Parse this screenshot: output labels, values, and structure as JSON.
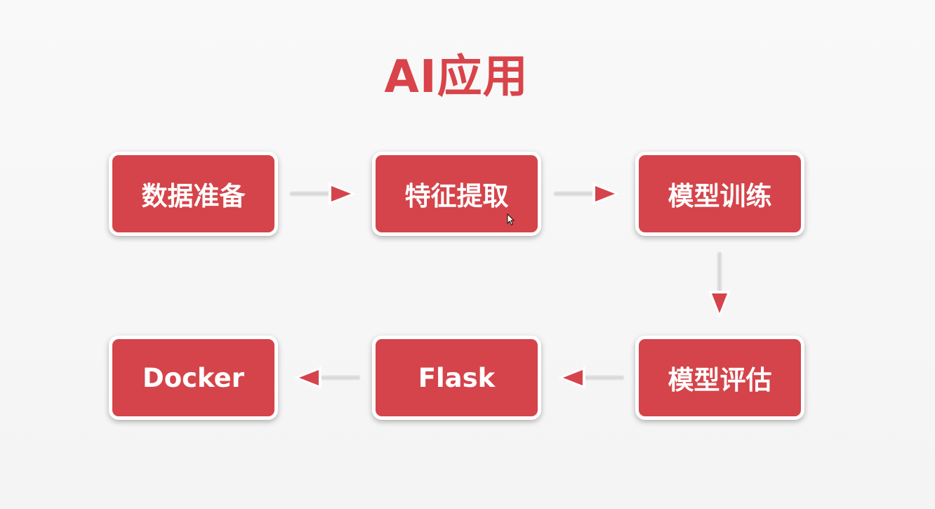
{
  "title": "AI应用",
  "steps": [
    {
      "label": "数据准备"
    },
    {
      "label": "特征提取"
    },
    {
      "label": "模型训练"
    },
    {
      "label": "模型评估"
    },
    {
      "label": "Flask"
    },
    {
      "label": "Docker"
    }
  ],
  "colors": {
    "accent": "#d4444a",
    "title": "#d9434a",
    "arrow_fill": "#d4444a",
    "arrow_line": "#e0e0e0",
    "background": "#f7f7f7"
  }
}
